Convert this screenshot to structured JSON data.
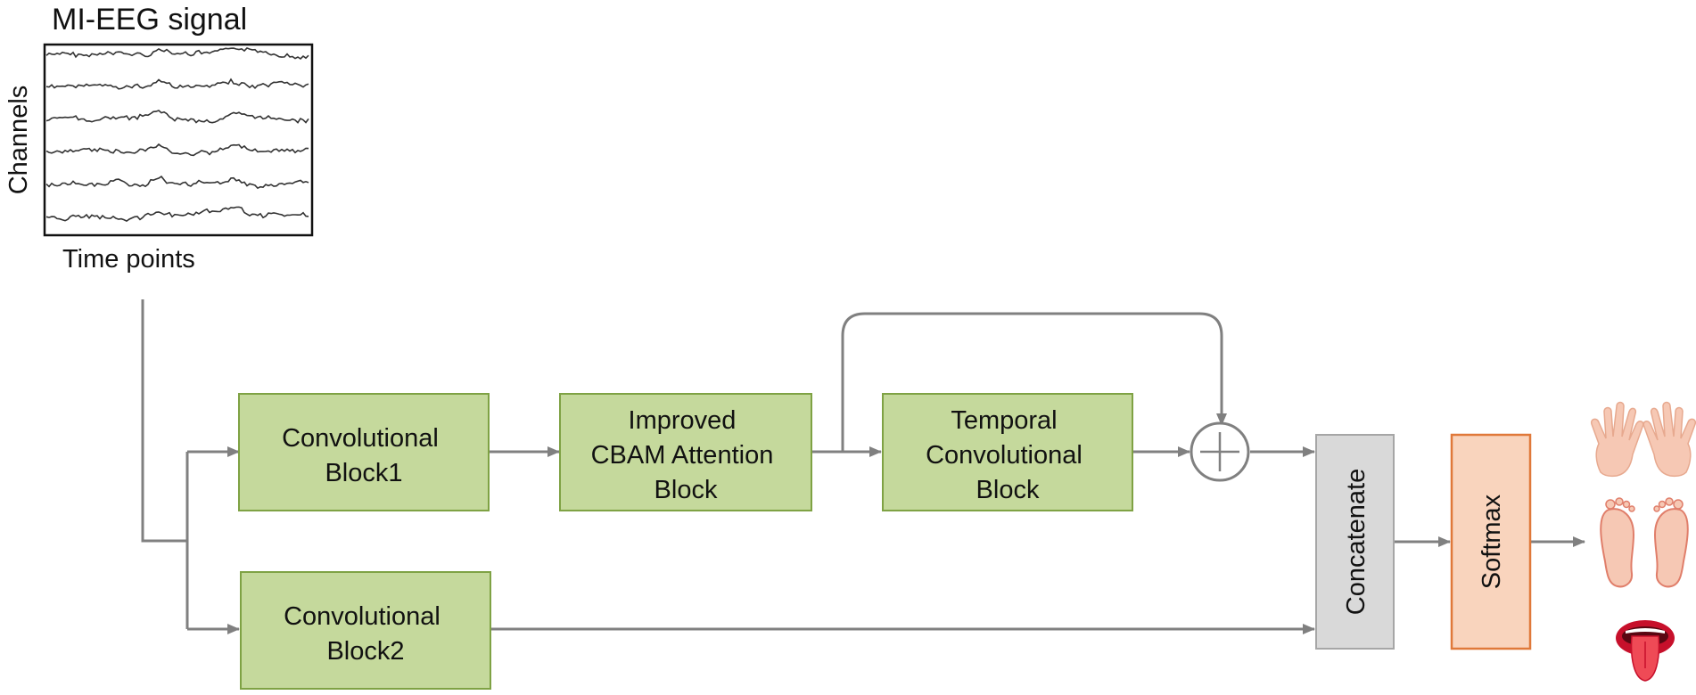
{
  "signal": {
    "title": "MI-EEG signal",
    "ylabel": "Channels",
    "xlabel": "Time points"
  },
  "blocks": {
    "conv1": [
      "Convolutional",
      "Block1"
    ],
    "cbam": [
      "Improved",
      "CBAM Attention",
      "Block"
    ],
    "tcn": [
      "Temporal",
      "Convolutional",
      "Block"
    ],
    "conv2": [
      "Convolutional",
      "Block2"
    ],
    "concat": "Concatenate",
    "softmax": "Softmax"
  },
  "outputs": [
    "hands-icon",
    "feet-icon",
    "tongue-icon"
  ],
  "colors": {
    "green_fill": "#c5d99c",
    "green_stroke": "#7fa244",
    "concat_fill": "#d9d9d9",
    "concat_stroke": "#a6a6a6",
    "softmax_fill": "#f9d4bd",
    "softmax_stroke": "#e0793a",
    "line": "#808080"
  }
}
